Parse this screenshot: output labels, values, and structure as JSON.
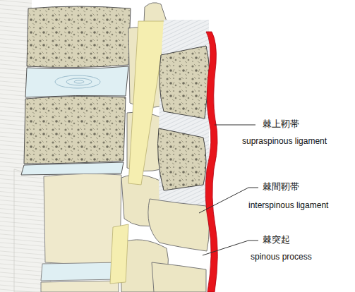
{
  "diagram": {
    "labels": [
      "棘上靭帯",
      "supraspinous ligament",
      "棘間靭帯",
      "interspinous ligament",
      "棘突起",
      "spinous process"
    ]
  }
}
